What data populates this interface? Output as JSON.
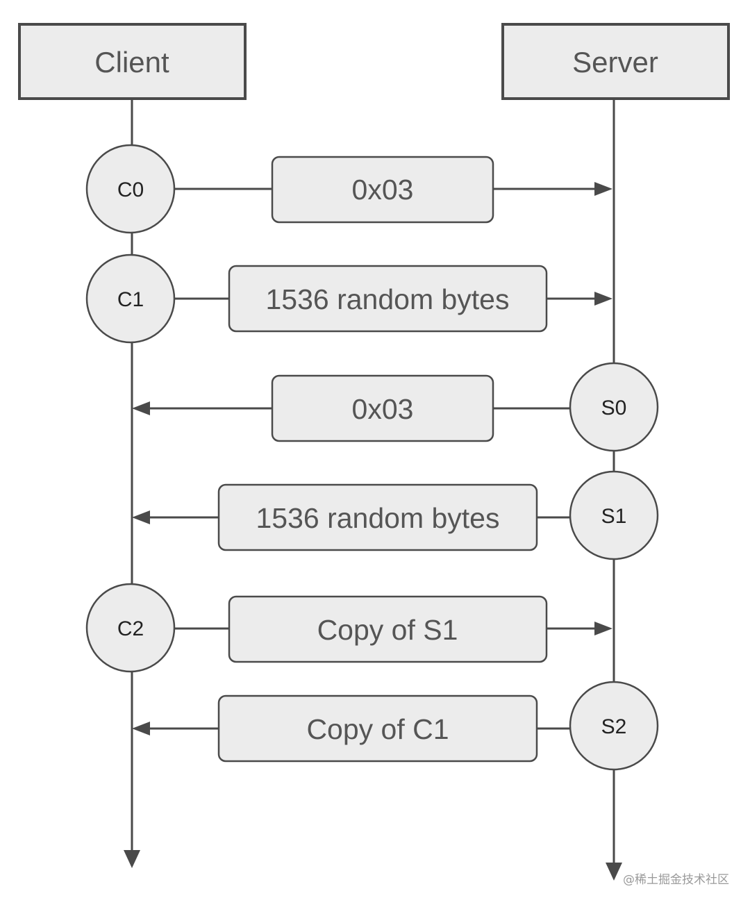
{
  "participants": {
    "client": "Client",
    "server": "Server"
  },
  "messages": [
    {
      "from": "C0",
      "payload": "0x03"
    },
    {
      "from": "C1",
      "payload": "1536 random bytes"
    },
    {
      "from": "S0",
      "payload": "0x03"
    },
    {
      "from": "S1",
      "payload": "1536 random bytes"
    },
    {
      "from": "C2",
      "payload": "Copy of S1"
    },
    {
      "from": "S2",
      "payload": "Copy of C1"
    }
  ],
  "watermark": "@稀土掘金技术社区"
}
